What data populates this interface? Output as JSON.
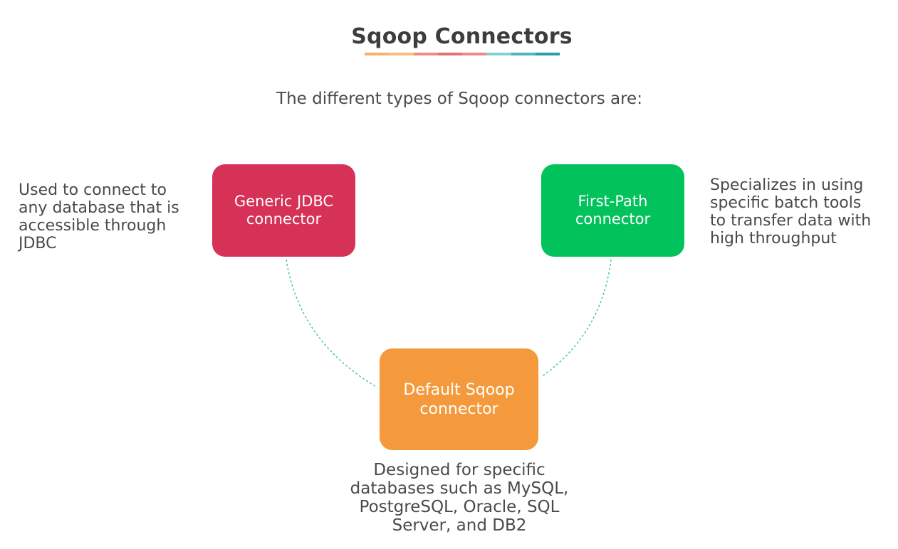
{
  "title": "Sqoop Connectors",
  "subtitle": "The different types of Sqoop connectors are:",
  "underline_colors": [
    "#f6b26b",
    "#f4c07a",
    "#ec8e86",
    "#e57373",
    "#f08a8a",
    "#7fd3d3",
    "#4db6c6",
    "#2a9db5"
  ],
  "connector_line_color": "#3fc1aa",
  "nodes": {
    "generic": {
      "label": "Generic JDBC connector",
      "color": "#d63157",
      "description": "Used to connect to\nany database that is\naccessible through\nJDBC"
    },
    "fastpath": {
      "label": "First-Path connector",
      "color": "#02c35b",
      "description": "Specializes in using\nspecific batch tools\nto transfer data with\nhigh throughput"
    },
    "default": {
      "label": "Default Sqoop connector",
      "color": "#f4993c",
      "description": "Designed for specific\ndatabases such as MySQL,\nPostgreSQL, Oracle, SQL\nServer, and DB2"
    }
  }
}
